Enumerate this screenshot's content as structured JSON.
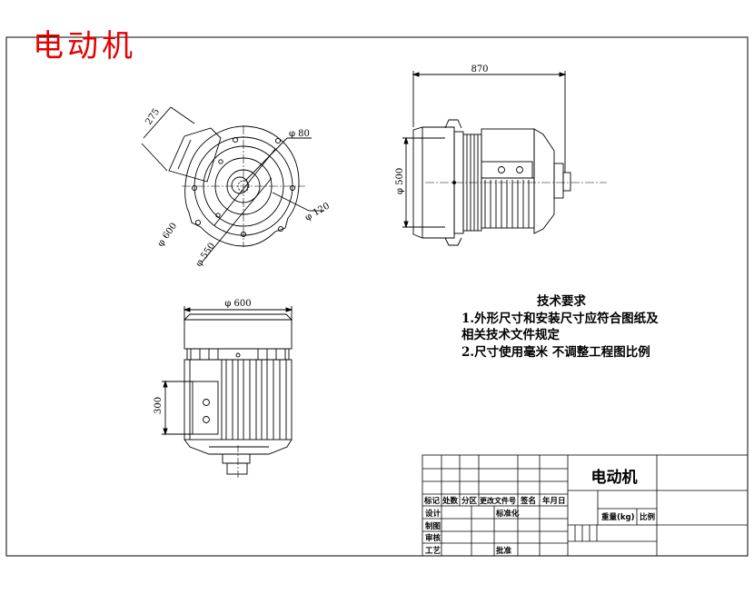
{
  "sheet_title": "电动机",
  "requirements": {
    "heading": "技术要求",
    "lines": [
      "1.外形尺寸和安装尺寸应符合图纸及",
      "相关技术文件规定",
      "2.尺寸使用毫米 不调整工程图比例"
    ]
  },
  "dimensions": {
    "front": {
      "d80": "φ 80",
      "d120": "φ 120",
      "d600": "φ 600",
      "d550": "φ 550",
      "len275": "275"
    },
    "side": {
      "len870": "870",
      "d500": "φ 500"
    },
    "bottom": {
      "d600": "φ 600",
      "h300": "300"
    }
  },
  "title_block": {
    "drawing_name": "电动机",
    "headers": [
      "标记",
      "处数",
      "分区",
      "更改文件号",
      "签名",
      "年月日"
    ],
    "rows": [
      "设计",
      "制图",
      "审核",
      "工艺"
    ],
    "standardization": "标准化",
    "approval": "批准",
    "weight": "重量(kg)",
    "scale": "比例"
  }
}
